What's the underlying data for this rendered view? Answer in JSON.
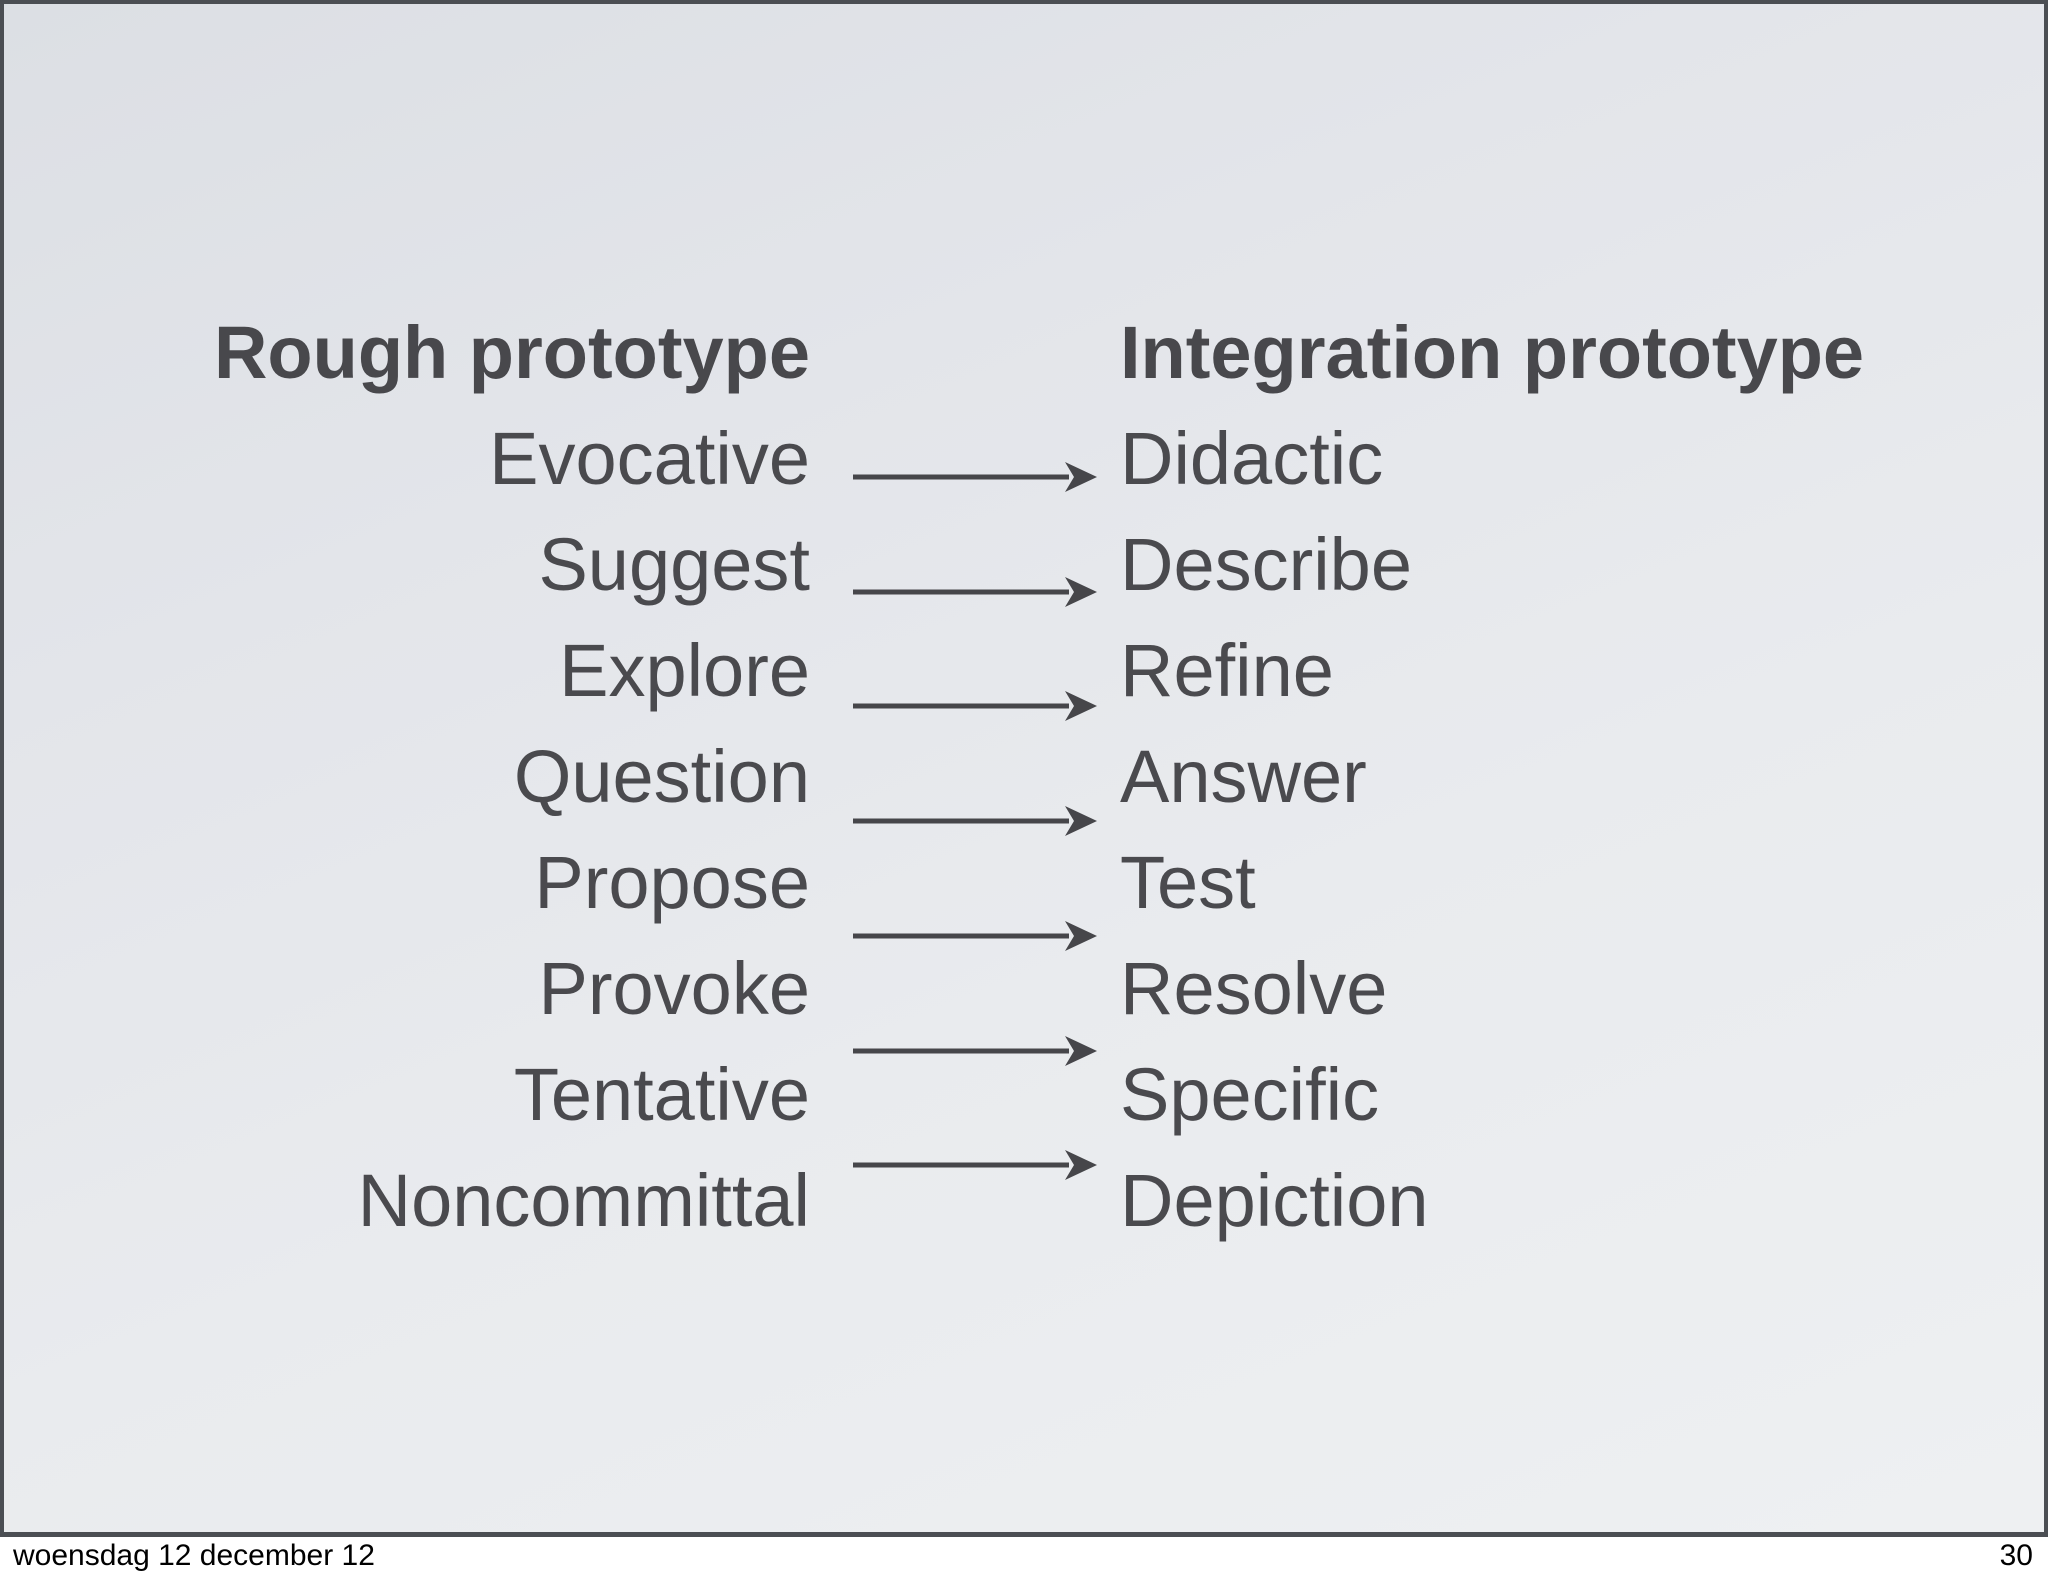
{
  "slide": {
    "left_header": "Rough prototype",
    "right_header": "Integration prototype",
    "rows": [
      {
        "left": "Evocative",
        "right": "Didactic"
      },
      {
        "left": "Suggest",
        "right": "Describe"
      },
      {
        "left": "Explore",
        "right": "Refine"
      },
      {
        "left": "Question",
        "right": "Answer"
      },
      {
        "left": "Propose",
        "right": "Test"
      },
      {
        "left": "Provoke",
        "right": "Resolve"
      },
      {
        "left": "Tentative",
        "right": "Specific"
      },
      {
        "left": "Noncommittal",
        "right": "Depiction"
      }
    ],
    "arrow_count": 7,
    "arrow_icon": "arrow-right-icon"
  },
  "footer": {
    "date": "woensdag 12 december 12",
    "page_number": "30"
  },
  "colors": {
    "slide_text": "#4a4a4e",
    "arrow": "#46464a",
    "frame_border": "#4b4e53",
    "slide_background_start": "#dcdfe4",
    "slide_background_end": "#eef0f2",
    "footer_background": "#ffffff",
    "footer_text": "#000000"
  }
}
